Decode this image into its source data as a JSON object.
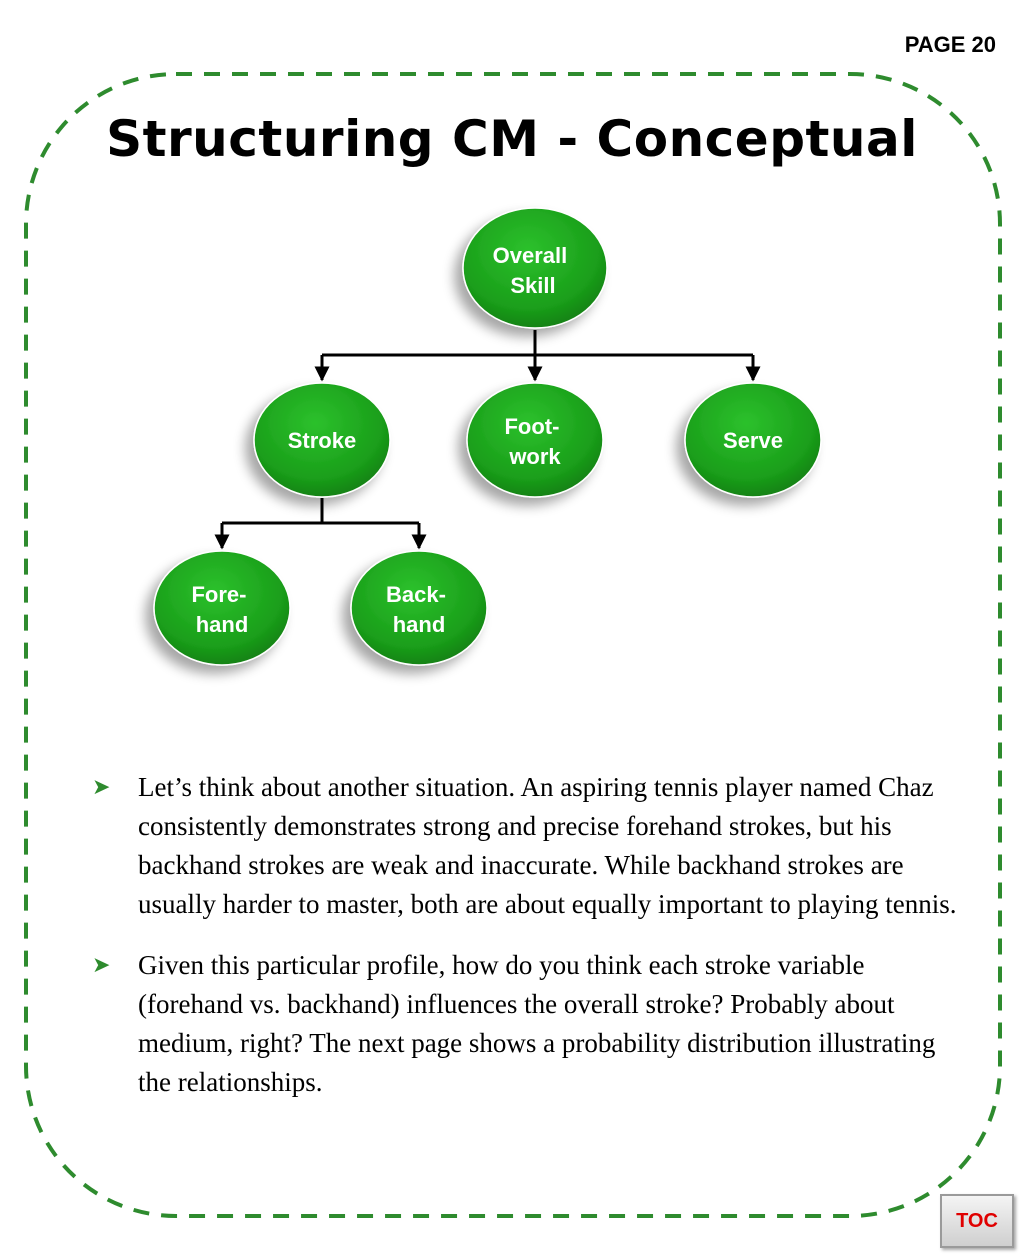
{
  "page_number": "PAGE 20",
  "title": "Structuring CM - Conceptual",
  "colors": {
    "frame": "#2e8b2e",
    "node_fill": "#1a9e1a",
    "node_text": "#ffffff",
    "bullet": "#2e8b2e",
    "toc_text": "#e00000"
  },
  "diagram": {
    "nodes": {
      "overall_skill": [
        "Overall",
        "Skill"
      ],
      "stroke": [
        "Stroke"
      ],
      "footwork": [
        "Foot-",
        "work"
      ],
      "serve": [
        "Serve"
      ],
      "forehand": [
        "Fore-",
        "hand"
      ],
      "backhand": [
        "Back-",
        "hand"
      ]
    }
  },
  "bullets": [
    "Let’s think about another situation. An aspiring tennis player named Chaz consistently demonstrates strong and precise forehand strokes, but his backhand strokes are weak and inaccurate. While backhand strokes are usually harder to master, both are about equally important to playing tennis.",
    "Given this particular profile, how do you think each stroke variable (forehand vs. backhand) influences the overall stroke? Probably about medium, right? The next page shows a probability distribution illustrating the relationships."
  ],
  "toc_label": "TOC"
}
